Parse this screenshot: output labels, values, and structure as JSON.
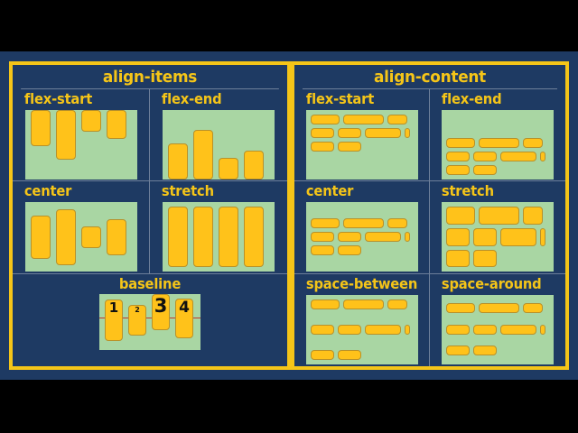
{
  "theme": {
    "background": "#000000",
    "canvas": "#1e3a63",
    "accent": "#f5c518",
    "demo_surface": "#a9d6a3",
    "item_fill": "#ffc21a",
    "item_stroke": "#b8912a",
    "divider": "#6d7f9a",
    "baseline_rule": "#c0392b",
    "baseline_number": "#111111"
  },
  "panels": {
    "align_items": {
      "title": "align-items",
      "cells": [
        {
          "label": "flex-start",
          "mode": "flex-start",
          "items": [
            {
              "width": 22,
              "height": 40
            },
            {
              "width": 22,
              "height": 55
            },
            {
              "width": 22,
              "height": 24
            },
            {
              "width": 22,
              "height": 32
            }
          ]
        },
        {
          "label": "flex-end",
          "mode": "flex-end",
          "items": [
            {
              "width": 22,
              "height": 40
            },
            {
              "width": 22,
              "height": 55
            },
            {
              "width": 22,
              "height": 24
            },
            {
              "width": 22,
              "height": 32
            }
          ]
        },
        {
          "label": "center",
          "mode": "center",
          "items": [
            {
              "width": 22,
              "height": 48
            },
            {
              "width": 22,
              "height": 62
            },
            {
              "width": 22,
              "height": 24
            },
            {
              "width": 22,
              "height": 40
            }
          ]
        },
        {
          "label": "stretch",
          "mode": "stretch",
          "items": [
            {
              "width": 22,
              "height": 0
            },
            {
              "width": 22,
              "height": 0
            },
            {
              "width": 22,
              "height": 0
            },
            {
              "width": 22,
              "height": 0
            }
          ]
        }
      ],
      "baseline_cell": {
        "label": "baseline",
        "mode": "baseline",
        "items": [
          {
            "text": "1",
            "font_size": 15,
            "height": 46
          },
          {
            "text": "2",
            "font_size": 8,
            "height": 34
          },
          {
            "text": "3",
            "font_size": 21,
            "height": 40
          },
          {
            "text": "4",
            "font_size": 17,
            "height": 44
          }
        ]
      }
    },
    "align_content": {
      "title": "align-content",
      "cells": [
        {
          "label": "flex-start",
          "mode": "flex-start",
          "rows": [
            [
              32,
              45,
              22
            ],
            [
              26,
              26,
              40,
              6
            ],
            [
              26,
              26
            ]
          ]
        },
        {
          "label": "flex-end",
          "mode": "flex-end",
          "rows": [
            [
              32,
              45,
              22
            ],
            [
              26,
              26,
              40,
              6
            ],
            [
              26,
              26
            ]
          ]
        },
        {
          "label": "center",
          "mode": "center",
          "rows": [
            [
              32,
              45,
              22
            ],
            [
              26,
              26,
              40,
              6
            ],
            [
              26,
              26
            ]
          ]
        },
        {
          "label": "stretch",
          "mode": "stretch",
          "rows": [
            [
              32,
              45,
              22
            ],
            [
              26,
              26,
              40,
              6
            ],
            [
              26,
              26
            ]
          ]
        },
        {
          "label": "space-between",
          "mode": "space-between",
          "rows": [
            [
              32,
              45,
              22
            ],
            [
              26,
              26,
              40,
              6
            ],
            [
              26,
              26
            ]
          ]
        },
        {
          "label": "space-around",
          "mode": "space-around",
          "rows": [
            [
              32,
              45,
              22
            ],
            [
              26,
              26,
              40,
              6
            ],
            [
              26,
              26
            ]
          ]
        }
      ]
    }
  }
}
